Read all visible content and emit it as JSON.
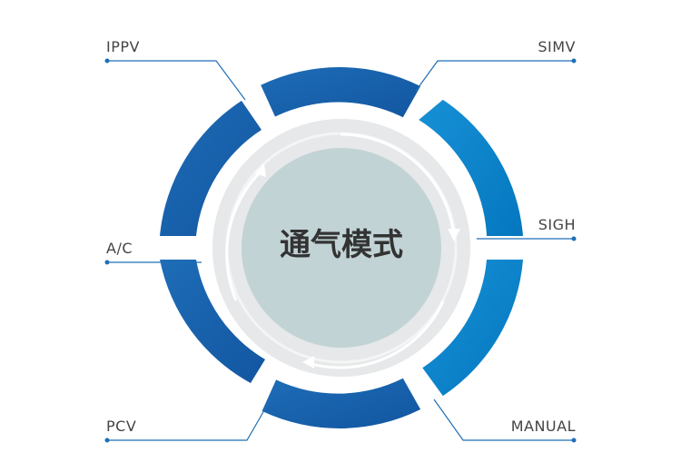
{
  "diagram": {
    "center_label": "通气模式",
    "modes": [
      {
        "id": "ippv",
        "label": "IPPV"
      },
      {
        "id": "simv",
        "label": "SIMV"
      },
      {
        "id": "sigh",
        "label": "SIGH"
      },
      {
        "id": "ac",
        "label": "A/C"
      },
      {
        "id": "pcv",
        "label": "PCV"
      },
      {
        "id": "manual",
        "label": "MANUAL"
      }
    ],
    "colors": {
      "segment_dark": "#1560ab",
      "segment_light": "#0a86cc",
      "ring_light": "#e6e8e9",
      "core": "#c2d3d5",
      "leader": "#1f6fb6"
    }
  }
}
